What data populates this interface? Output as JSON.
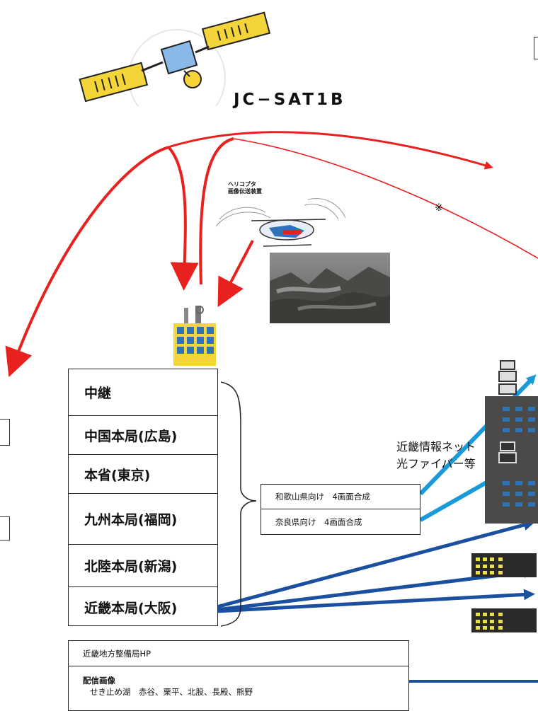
{
  "satellite": {
    "name": "JC−SAT1B"
  },
  "helicopter": {
    "label_line1": "ヘリコプタ",
    "label_line2": "画像伝送装置"
  },
  "note_mark": "※",
  "sources": {
    "items": [
      {
        "label": "中継"
      },
      {
        "label": "中国本局(広島)"
      },
      {
        "label": "本省(東京)"
      },
      {
        "label": "九州本局(福岡)"
      },
      {
        "label": "北陸本局(新潟)"
      },
      {
        "label": "近畿本局(大阪)"
      }
    ]
  },
  "compositions": {
    "wakayama": "和歌山県向け　4画面合成",
    "nara": "奈良県向け　4画面合成"
  },
  "network_label": {
    "line1": "近畿情報ネット",
    "line2": "光ファイバー等"
  },
  "hp_box": {
    "title": "近畿地方整備局HP",
    "subtitle": "配信画像",
    "detail": "せき止め湖　赤谷、栗平、北股、長殿、熊野"
  },
  "colors": {
    "satellite_link": "#e8201e",
    "fiber_link": "#1a9ad8",
    "dark_link": "#1b4fa0",
    "building_blue": "#2f72b8",
    "solar_yellow": "#f3d53a"
  }
}
